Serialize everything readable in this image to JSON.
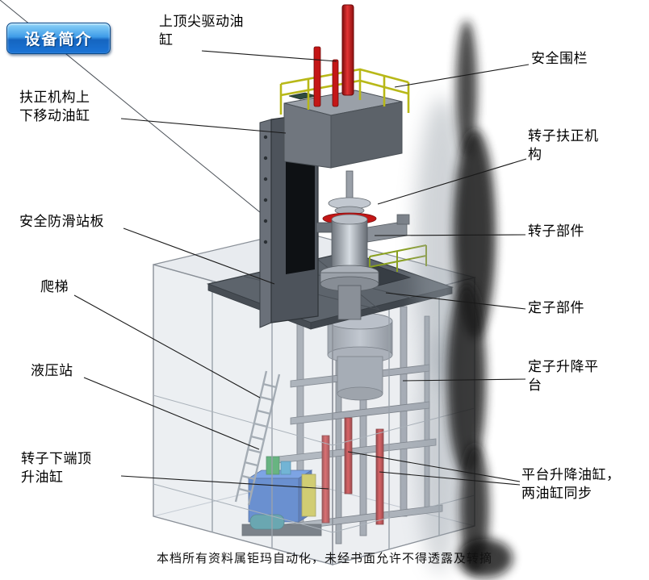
{
  "badge": {
    "label": "设备简介"
  },
  "labels": {
    "top_cylinder": "上顶尖驱动油缸",
    "safety_fence": "安全围栏",
    "centering_cylinder": "扶正机构上下移动油缸",
    "rotor_centering": "转子扶正机构",
    "antislip_board": "安全防滑站板",
    "rotor_parts": "转子部件",
    "ladder": "爬梯",
    "stator_parts": "定子部件",
    "hydraulic_station": "液压站",
    "stator_platform": "定子升降平台",
    "lower_jack_cylinder": "转子下端顶升油缸",
    "platform_cylinders": "平台升降油缸，两油缸同步"
  },
  "footer": {
    "text": "本档所有资料属钜玛自动化，未经书面允许不得透露及转摘"
  },
  "colors": {
    "badge_blue": "#1b74d6",
    "cylinder_red": "#c41616",
    "railing_yellow": "#b8b818",
    "machine_gray": "#8a9098",
    "deck_gray": "#5d646c",
    "hydraulic_blue": "#2e66c8",
    "cage_glass": "#ccd2da"
  }
}
